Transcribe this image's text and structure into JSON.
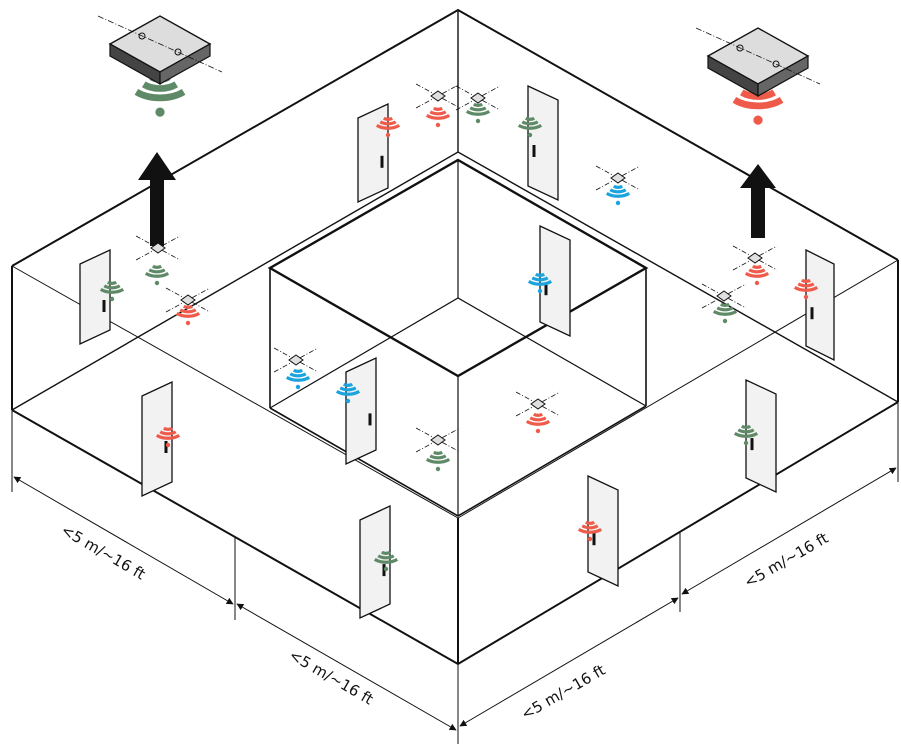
{
  "colors": {
    "green": "#5f8a67",
    "red": "#ef5b4a",
    "blue": "#1aa3dc",
    "line": "#111111",
    "door_fill": "#f2f2f2",
    "device_dark": "#444444",
    "device_light": "#dddddd"
  },
  "dimensions": {
    "label_1": "<5 m/~16 ft",
    "label_2": "<5 m/~16 ft",
    "label_3": "<5 m/~16 ft",
    "label_4": "<5 m/~16 ft"
  },
  "icons": {
    "wifi": "wifi-signal-icon",
    "device": "wireless-gateway-device",
    "arrow": "up-arrow-icon"
  }
}
